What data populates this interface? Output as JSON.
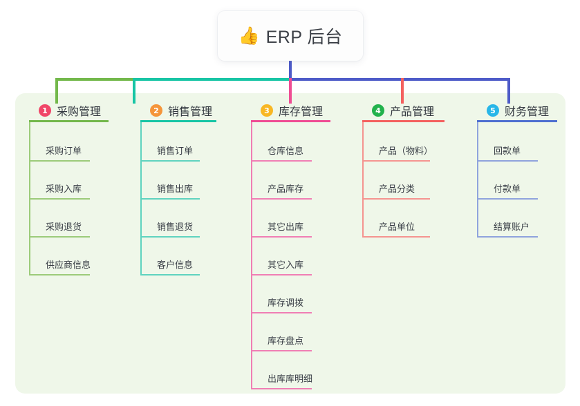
{
  "root": {
    "icon": "thumbs-up-icon",
    "emoji": "👍",
    "title": "ERP 后台"
  },
  "palette": {
    "panel_bg": "#eff7e9",
    "trunk": "#4e5bc8",
    "seg_green": "#73b84b",
    "seg_teal": "#17c5a5",
    "seg_blue": "#4e5bc8",
    "stub_green": "#73b84b",
    "stub_teal": "#17c5a5",
    "stub_pink": "#ef4d94",
    "stub_red": "#f4615f",
    "stub_blue": "#4e5bc8"
  },
  "columns": [
    {
      "index": "1",
      "title": "采购管理",
      "badge_color": "#f04668",
      "rule_color": "#73b84b",
      "line_color": "#9ccb7a",
      "items": [
        "采购订单",
        "采购入库",
        "采购退货",
        "供应商信息"
      ]
    },
    {
      "index": "2",
      "title": "销售管理",
      "badge_color": "#f5953a",
      "rule_color": "#17c5a5",
      "line_color": "#5fd3bf",
      "items": [
        "销售订单",
        "销售出库",
        "销售退货",
        "客户信息"
      ]
    },
    {
      "index": "3",
      "title": "库存管理",
      "badge_color": "#f8b724",
      "rule_color": "#ef4d94",
      "line_color": "#f07eb4",
      "items": [
        "仓库信息",
        "产品库存",
        "其它出库",
        "其它入库",
        "库存调拨",
        "库存盘点",
        "出库库明细"
      ]
    },
    {
      "index": "4",
      "title": "产品管理",
      "badge_color": "#22b24c",
      "rule_color": "#f4615f",
      "line_color": "#f59490",
      "items": [
        "产品（物料）",
        "产品分类",
        "产品单位"
      ]
    },
    {
      "index": "5",
      "title": "财务管理",
      "badge_color": "#28b6e8",
      "rule_color": "#4e6fd0",
      "line_color": "#8fa3dd",
      "items": [
        "回款单",
        "付款单",
        "结算账户"
      ]
    }
  ]
}
